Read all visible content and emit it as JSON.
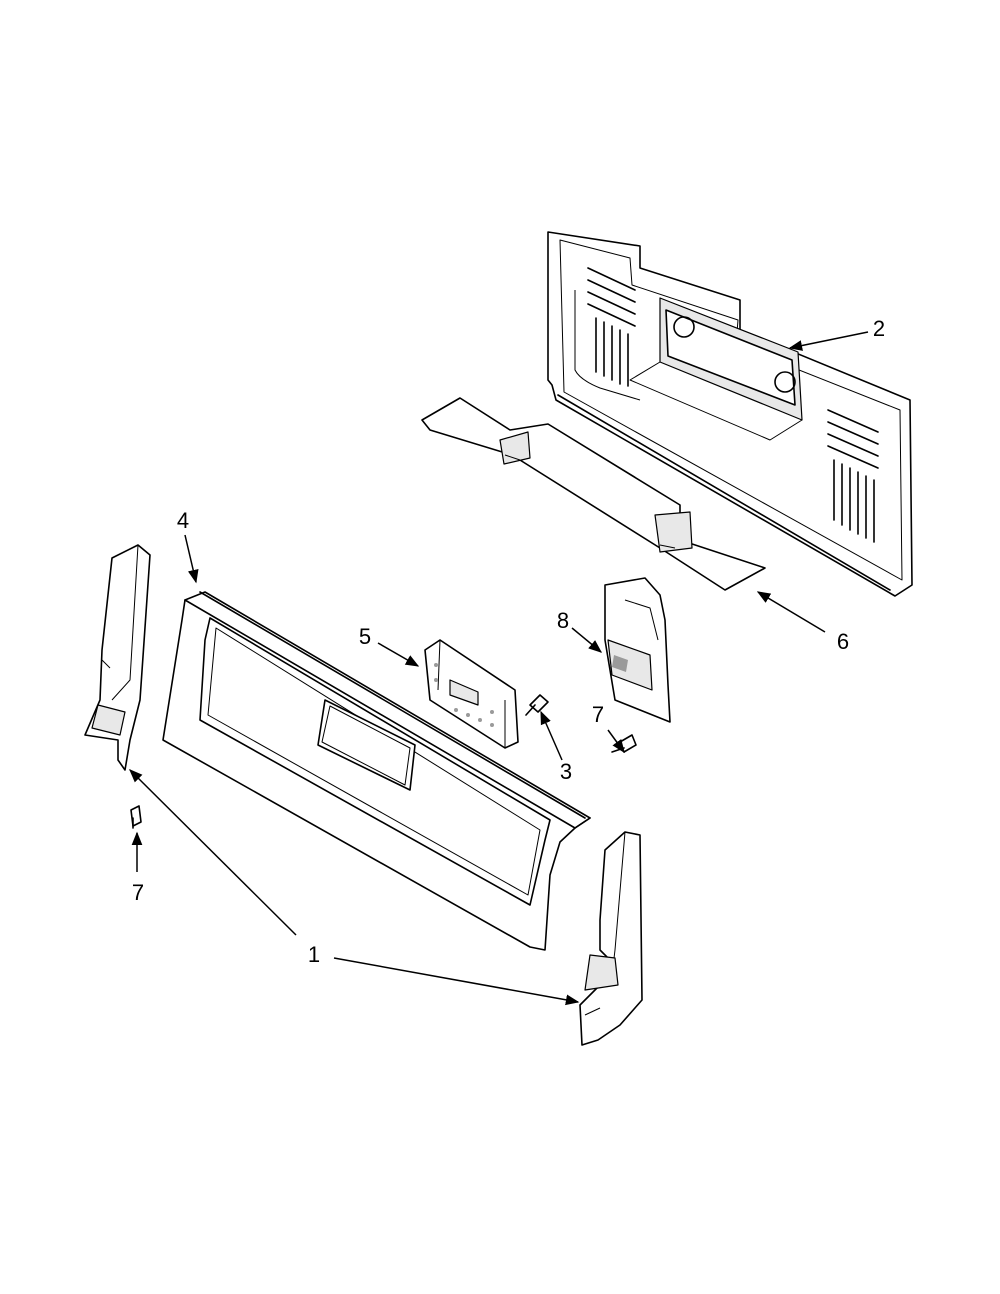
{
  "callouts": [
    {
      "id": "c1",
      "label": "1"
    },
    {
      "id": "c2",
      "label": "2"
    },
    {
      "id": "c3",
      "label": "3"
    },
    {
      "id": "c4",
      "label": "4"
    },
    {
      "id": "c5",
      "label": "5"
    },
    {
      "id": "c6",
      "label": "6"
    },
    {
      "id": "c7a",
      "label": "7"
    },
    {
      "id": "c7b",
      "label": "7"
    },
    {
      "id": "c8",
      "label": "8"
    }
  ]
}
